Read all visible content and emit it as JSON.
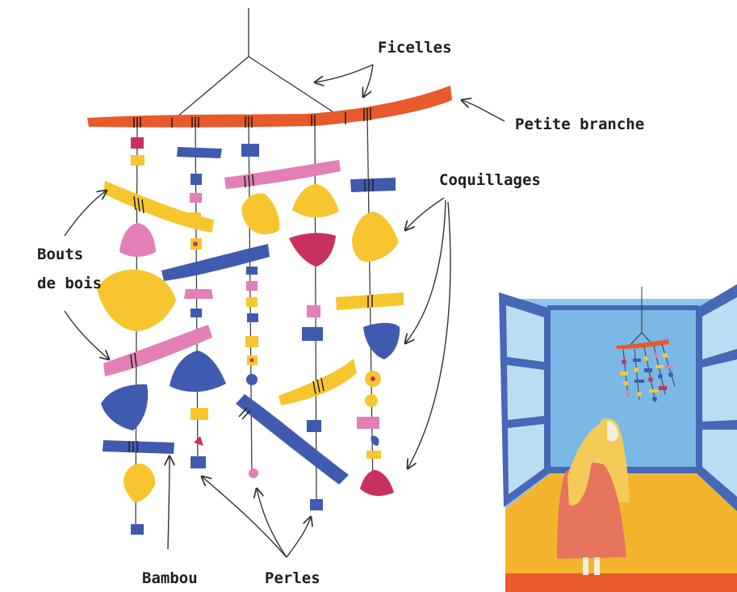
{
  "labels": {
    "ficelles": "Ficelles",
    "petite_branche": "Petite branche",
    "coquillages": "Coquillages",
    "bouts_de_bois_line1": "Bouts",
    "bouts_de_bois_line2": "de bois",
    "bambou": "Bambou",
    "perles": "Perles"
  },
  "colors": {
    "branch": "#e8592b",
    "yellow": "#f7c62f",
    "pink": "#e37fb7",
    "blue": "#3f5bb0",
    "magenta": "#c8315d",
    "string": "#333333",
    "wall": "#8cc6ea",
    "window_frame": "#4767b7",
    "floor": "#f3b52e",
    "floor_edge": "#e8592b",
    "dress": "#e7755e",
    "hair": "#f4cb57"
  }
}
